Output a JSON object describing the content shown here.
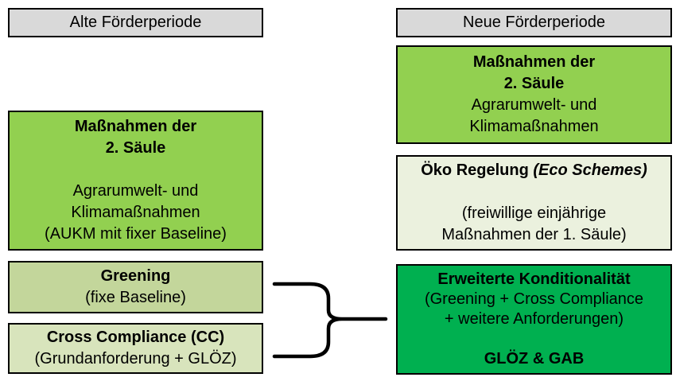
{
  "diagram": {
    "left_column": {
      "header": "Alte Förderperiode",
      "pillar2": {
        "title_line1": "Maßnahmen der",
        "title_line2": "2. Säule",
        "body_line1": "Agrarumwelt- und",
        "body_line2": "Klimamaßnahmen",
        "body_line3": "(AUKM mit fixer Baseline)"
      },
      "greening": {
        "title": "Greening",
        "body": "(fixe Baseline)"
      },
      "cross_compliance": {
        "title": "Cross Compliance (CC)",
        "body": "(Grundanforderung + GLÖZ)"
      }
    },
    "right_column": {
      "header": "Neue Förderperiode",
      "pillar2": {
        "title_line1": "Maßnahmen der",
        "title_line2": "2. Säule",
        "body_line1": "Agrarumwelt- und",
        "body_line2": "Klimamaßnahmen"
      },
      "eco_schemes": {
        "title_main": "Öko Regelung",
        "title_italic": "(Eco Schemes)",
        "body_line1": "(freiwillige einjährige",
        "body_line2": "Maßnahmen der 1. Säule)"
      },
      "extended_conditionality": {
        "title": "Erweiterte Konditionalität",
        "body_line1": "(Greening + Cross Compliance",
        "body_line2": "+ weitere Anforderungen)",
        "footer": "GLÖZ & GAB"
      }
    },
    "colors": {
      "header_fill": "#d9d9d9",
      "pillar2_green": "#92d050",
      "greening_fill": "#c3d69b",
      "cross_compliance_fill": "#d8e4bc",
      "eco_schemes_fill": "#ebf1de",
      "extended_conditionality_fill": "#00b050",
      "border": "#000000",
      "text": "#000000"
    }
  }
}
